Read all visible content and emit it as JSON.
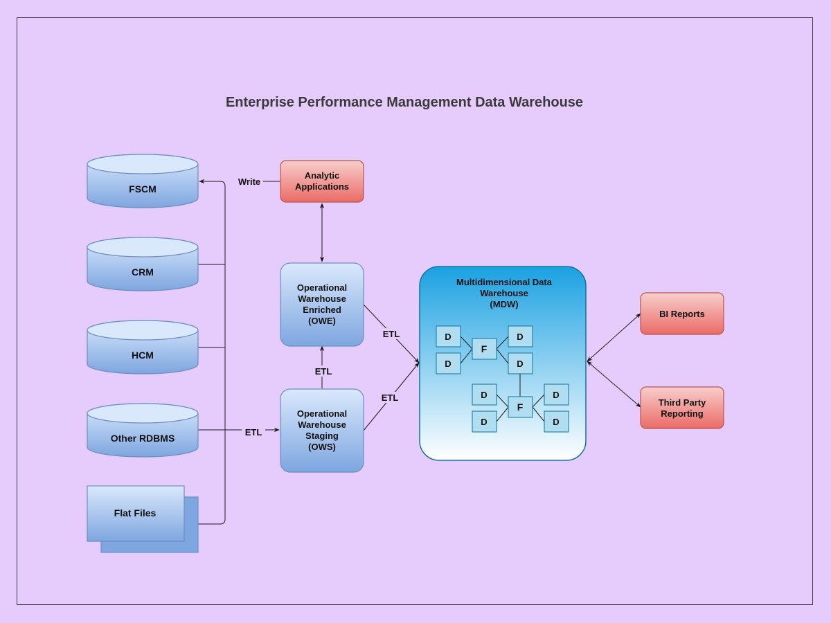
{
  "title": "Enterprise Performance Management Data Warehouse",
  "sources": {
    "fscm": "FSCM",
    "crm": "CRM",
    "hcm": "HCM",
    "other_rdbms": "Other RDBMS",
    "flat_files": "Flat Files"
  },
  "analytic_applications": [
    "Analytic",
    "Applications"
  ],
  "owe": [
    "Operational",
    "Warehouse",
    "Enriched",
    "(OWE)"
  ],
  "ows": [
    "Operational",
    "Warehouse",
    "Staging",
    "(OWS)"
  ],
  "mdw": {
    "title": [
      "Multidimensional Data",
      "Warehouse",
      "(MDW)"
    ],
    "fact_label": "F",
    "dimension_label": "D"
  },
  "outputs": {
    "bi_reports": "BI Reports",
    "third_party": [
      "Third Party",
      "Reporting"
    ]
  },
  "edges": {
    "write": "Write",
    "etl": "ETL"
  },
  "colors": {
    "background": "#e5ccfc",
    "db_fill_top": "#dae8fc",
    "db_fill_bottom": "#7ea6e0",
    "red_fill_top": "#f8cecc",
    "red_fill_bottom": "#ea6b66",
    "mdw_top": "#1ba1e2",
    "mdw_bottom": "#ffffff",
    "cube_fill": "#b1ddf0"
  }
}
